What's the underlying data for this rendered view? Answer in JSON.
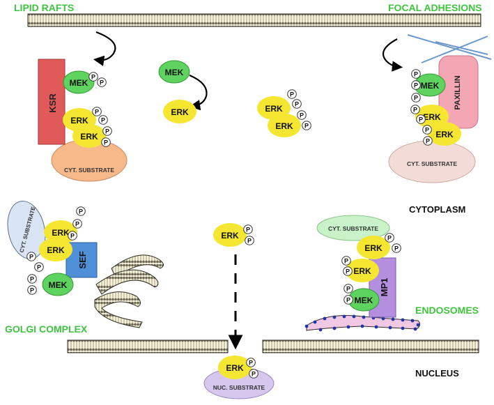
{
  "labels": {
    "lipid_rafts": "LIPID RAFTS",
    "focal_adhesions": "FOCAL ADHESIONS",
    "cytoplasm": "CYTOPLASM",
    "golgi_complex": "GOLGI COMPLEX",
    "endosomes": "ENDOSOMES",
    "nucleus": "NUCLEUS"
  },
  "proteins": {
    "mek": "MEK",
    "erk": "ERK",
    "ksr": "KSR",
    "paxillin": "PAXILLIN",
    "sef": "SEF",
    "mp1": "MP1",
    "phospho": "P"
  },
  "substrates": {
    "cyt": "CYT. SUBSTRATE",
    "nuc": "NUC. SUBSTRATE"
  },
  "colors": {
    "section_label": "#3ec43e",
    "erk": "#f5e632",
    "mek": "#5fd35f",
    "ksr": "#e05a5a",
    "paxillin": "#f4a6b4",
    "sef": "#4f8fd8",
    "mp1": "#b48fe0",
    "cyt_substrate_orange": "#f7b98a",
    "cyt_substrate_pink": "#f3dcd8",
    "cyt_substrate_green": "#c9f2c9",
    "cyt_substrate_blue": "#d9e4f4",
    "nuc_substrate": "#d7c6ee",
    "actin": "#6c97cc"
  }
}
